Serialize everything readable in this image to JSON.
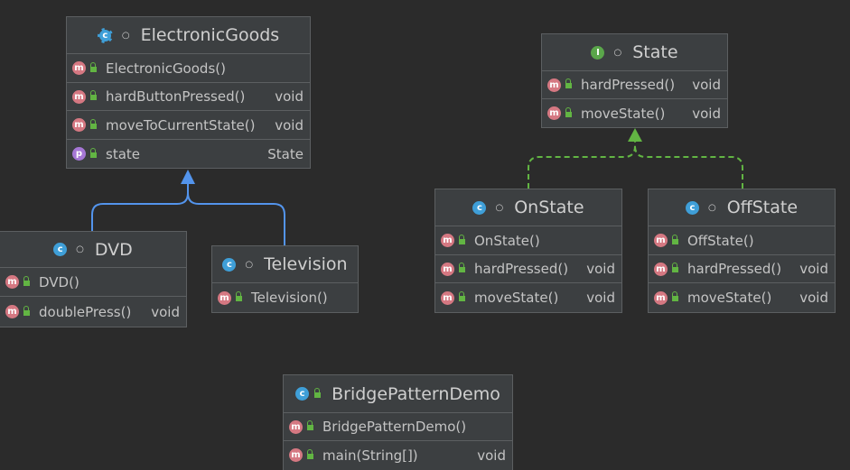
{
  "classes": {
    "electronic_goods": {
      "name": "ElectronicGoods",
      "icon": "abstract-class-icon",
      "members": [
        {
          "badge": "m",
          "name": "ElectronicGoods()",
          "type": ""
        },
        {
          "badge": "m",
          "name": "hardButtonPressed()",
          "type": "void"
        },
        {
          "badge": "m",
          "name": "moveToCurrentState()",
          "type": "void"
        },
        {
          "badge": "p",
          "name": "state",
          "type": "State"
        }
      ]
    },
    "state": {
      "name": "State",
      "icon": "interface-icon",
      "members": [
        {
          "badge": "m",
          "name": "hardPressed()",
          "type": "void"
        },
        {
          "badge": "m",
          "name": "moveState()",
          "type": "void"
        }
      ]
    },
    "dvd": {
      "name": "DVD",
      "icon": "class-icon",
      "members": [
        {
          "badge": "m",
          "name": "DVD()",
          "type": ""
        },
        {
          "badge": "m",
          "name": "doublePress()",
          "type": "void"
        }
      ]
    },
    "television": {
      "name": "Television",
      "icon": "class-icon",
      "members": [
        {
          "badge": "m",
          "name": "Television()",
          "type": ""
        }
      ]
    },
    "on_state": {
      "name": "OnState",
      "icon": "class-icon",
      "members": [
        {
          "badge": "m",
          "name": "OnState()",
          "type": ""
        },
        {
          "badge": "m",
          "name": "hardPressed()",
          "type": "void"
        },
        {
          "badge": "m",
          "name": "moveState()",
          "type": "void"
        }
      ]
    },
    "off_state": {
      "name": "OffState",
      "icon": "class-icon",
      "members": [
        {
          "badge": "m",
          "name": "OffState()",
          "type": ""
        },
        {
          "badge": "m",
          "name": "hardPressed()",
          "type": "void"
        },
        {
          "badge": "m",
          "name": "moveState()",
          "type": "void"
        }
      ]
    },
    "bridge_pattern_demo": {
      "name": "BridgePatternDemo",
      "icon": "runnable-class-icon",
      "members": [
        {
          "badge": "m",
          "name": "BridgePatternDemo()",
          "type": ""
        },
        {
          "badge": "m",
          "name": "main(String[])",
          "type": "void"
        }
      ]
    }
  },
  "badges": {
    "m": "m",
    "p": "p",
    "c": "c",
    "i": "I"
  },
  "colors": {
    "background": "#2b2b2b",
    "class_fill": "#3c3f41",
    "border": "#5c5f61",
    "inheritance_line": "#5394ec",
    "implements_line": "#62b543",
    "method_badge": "#d57882",
    "property_badge": "#a677d6",
    "class_badge": "#3f9fd8",
    "interface_badge": "#5aa64a"
  }
}
